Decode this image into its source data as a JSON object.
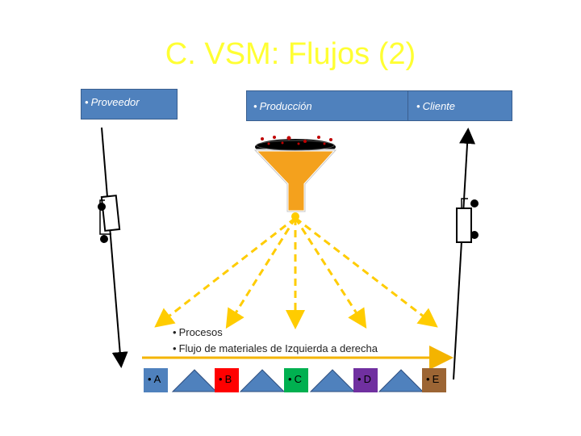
{
  "title": "C. VSM: Flujos (2)",
  "boxes": {
    "proveedor": "Proveedor",
    "produccion": "Producción",
    "cliente": "Cliente"
  },
  "notes": {
    "procesos": "Procesos",
    "flujo": "Flujo de materiales de Izquierda a derecha"
  },
  "stages": [
    {
      "label": "A",
      "color": "#4f81bd"
    },
    {
      "label": "B",
      "color": "#ff0000"
    },
    {
      "label": "C",
      "color": "#00b050"
    },
    {
      "label": "D",
      "color": "#7030a0"
    },
    {
      "label": "E",
      "color": "#9c6534"
    }
  ],
  "colors": {
    "title": "#ffff33",
    "box": "#4f81bd",
    "funnel": "#f4a11d",
    "arrow": "#ffcc00",
    "flow_arrow": "#f4b400"
  }
}
